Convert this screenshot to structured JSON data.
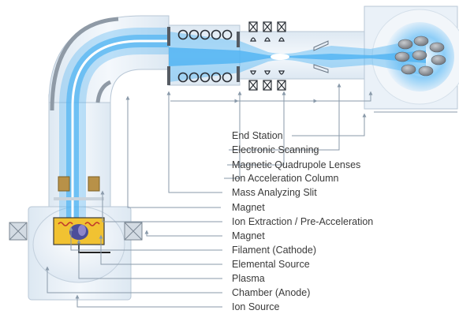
{
  "labels": [
    "End Station",
    "Electronic Scanning",
    "Magnetic Quadrupole Lenses",
    "Ion Acceleration Column",
    "Mass Analyzing Slit",
    "Magnet",
    "Ion Extraction / Pre-Acceleration",
    "Magnet",
    "Filament (Cathode)",
    "Elemental Source",
    "Plasma",
    "Chamber (Anode)",
    "Ion Source"
  ],
  "colors": {
    "beam": "#4fb3f2",
    "beam_core": "#ffffff",
    "housing": "#e4eef7",
    "housing_stroke": "#b8c7d6",
    "leader": "#8a9aaa",
    "text": "#3a3a3a"
  }
}
